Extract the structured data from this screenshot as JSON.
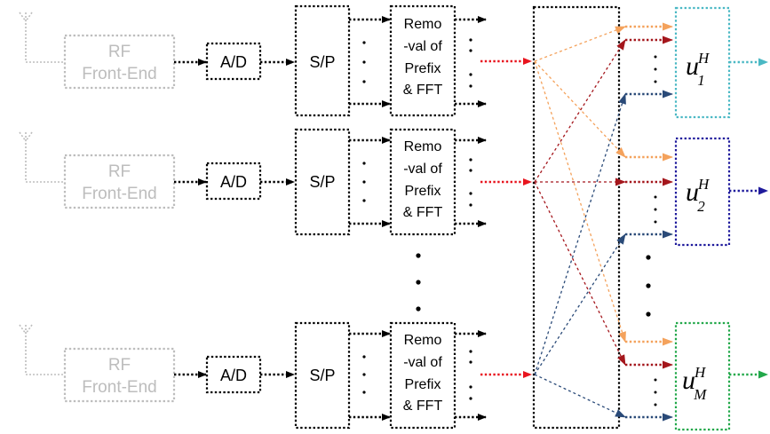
{
  "rf_label_line1": "RF",
  "rf_label_line2": "Front-End",
  "ad_label": "A/D",
  "sp_label": "S/P",
  "fft_lines": [
    "Remo",
    "-val of",
    "Prefix",
    "& FFT"
  ],
  "combiner_base": "u",
  "combiner_sup": "H",
  "combiner_subs": [
    "1",
    "2",
    "M"
  ],
  "colors": {
    "rf_gray": "#bdbdbd",
    "signal_red": "#e8141e",
    "orange": "#f4a25c",
    "dark_red": "#a4161c",
    "navy": "#2a4a78",
    "teal": "#4ab8c4",
    "indigo": "#1f1a9c",
    "green": "#22a84a"
  }
}
